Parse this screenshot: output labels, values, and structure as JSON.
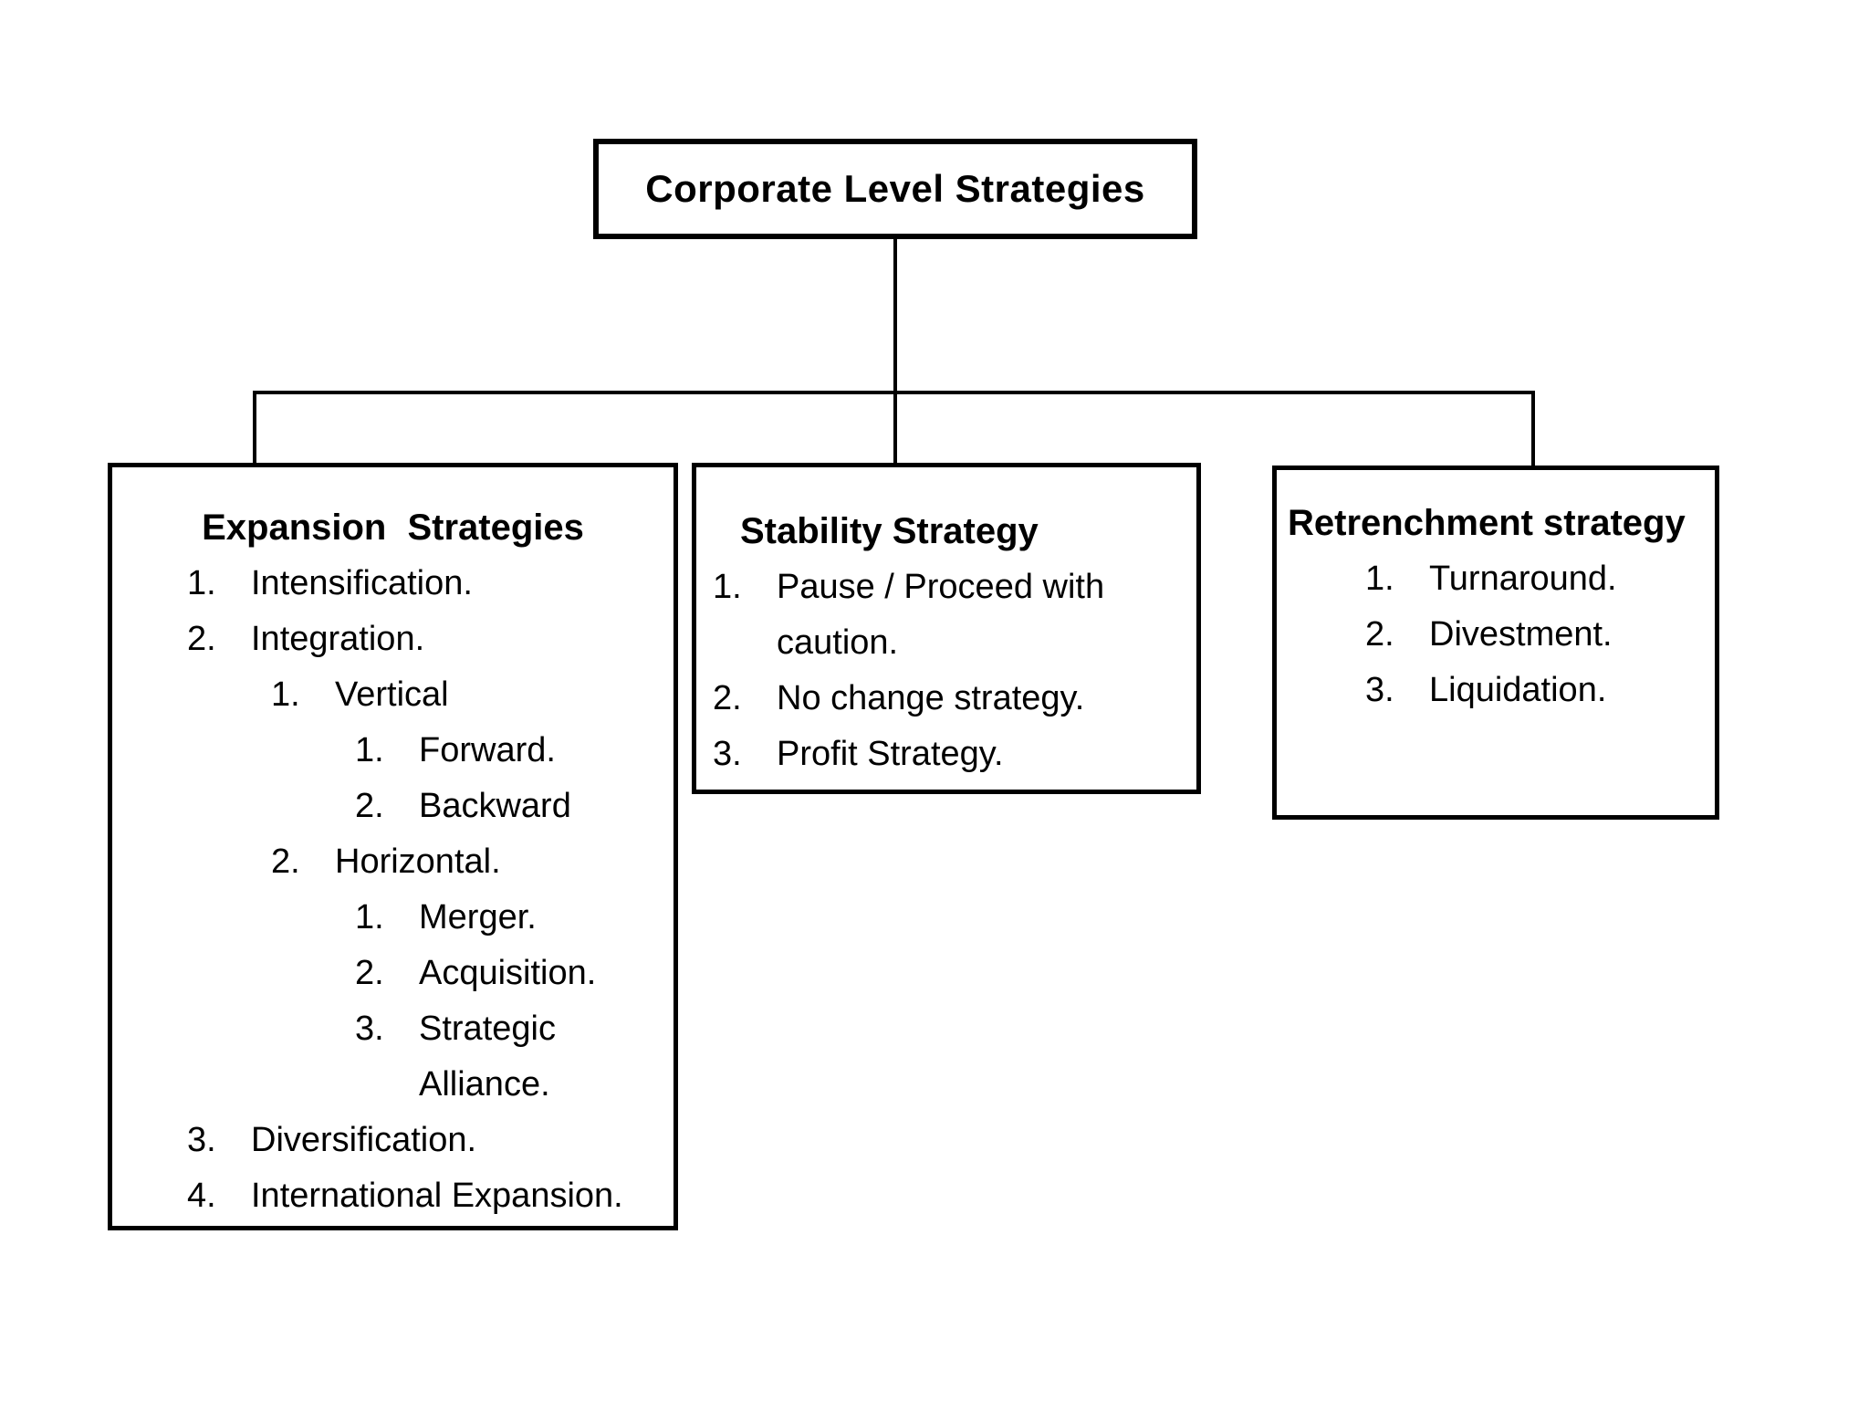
{
  "title": "Corporate Level Strategies",
  "boxes": {
    "expansion": {
      "header": "Expansion Strategies",
      "items": [
        {
          "num": "1.",
          "text": "Intensification.",
          "level": 0
        },
        {
          "num": "2.",
          "text": "Integration.",
          "level": 0
        },
        {
          "num": "1.",
          "text": "Vertical",
          "level": 1
        },
        {
          "num": "1.",
          "text": "Forward.",
          "level": 2
        },
        {
          "num": "2.",
          "text": "Backward",
          "level": 2
        },
        {
          "num": "2.",
          "text": "Horizontal.",
          "level": 1
        },
        {
          "num": "1.",
          "text": "Merger.",
          "level": 2
        },
        {
          "num": "2.",
          "text": "Acquisition.",
          "level": 2
        },
        {
          "num": "3.",
          "text": "Strategic Alliance.",
          "level": 2
        },
        {
          "num": "3.",
          "text": "Diversification.",
          "level": 0
        },
        {
          "num": "4.",
          "text": "International Expansion.",
          "level": 0
        }
      ]
    },
    "stability": {
      "header": "Stability Strategy",
      "items": [
        {
          "num": "1.",
          "text": "Pause / Proceed with caution.",
          "level": 0
        },
        {
          "num": "2.",
          "text": "No change strategy.",
          "level": 0
        },
        {
          "num": "3.",
          "text": "Profit Strategy.",
          "level": 0
        }
      ]
    },
    "retrenchment": {
      "header": "Retrenchment strategy",
      "items": [
        {
          "num": "1.",
          "text": "Turnaround.",
          "level": 0
        },
        {
          "num": "2.",
          "text": "Divestment.",
          "level": 0
        },
        {
          "num": "3.",
          "text": "Liquidation.",
          "level": 0
        }
      ]
    }
  }
}
